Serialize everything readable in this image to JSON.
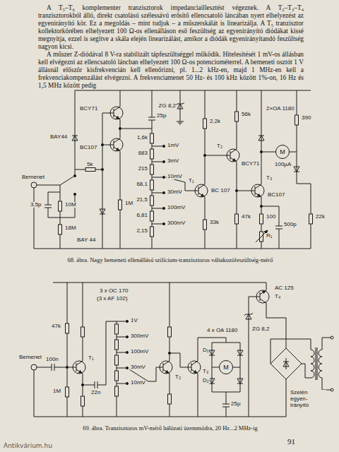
{
  "diagram": {
    "nodes": [
      {
        "text": [
          "M"
        ]
      },
      {
        "text": [
          "M"
        ]
      }
    ],
    "labels": [
      "A T₅–T₆ komplementer tranzisztorok impedanciaillesztést végeznek. A T₂–T₃–T₄ tranzisztorokból álló, direkt csatolású szélessávú erősítő ellencsatoló láncában nyert elhelyezést az egyenirányító kör. Ez a megoldás – mint tudjuk – a műszerskálát is linearizálja. A T₅ tranzisztor kollektorkörében elhelyezett 100 Ω-os ellenálláson eső feszültség az egyenirányító diódákat kissé megnyitja, ezzel is segítve a skála elején linearizálást, amikor a diódák egyenirányítandó feszültség nagyon kicsi.",
      "A műszer Z-diódával 8 V-ra stabilizált tápfeszültséggel működik. Hitelesítését 1 mV-os állásban kell elvégezni az ellencsatoló láncban elhelyezett 100 Ω-os potenciométerrel. A bemeneti osztót 1 V állásnál először kisfrekvencián kell ellenőrizni, pl. 1...2 kHz-en, majd 1 MHz-en kell a frekvenciakompenzálást elvégezni. A frekvenciamenet 50 Hz- és 100 kHz között 1%-on, 16 Hz és 1,5 MHz között pedig",
      "Bemenet",
      "3,5p",
      "10M",
      "18M",
      "BAY44",
      "5k",
      "BCY71",
      "BC107",
      "BAY 44",
      "1M",
      "25p",
      "1,6k",
      "683",
      "215",
      "68,1",
      "21,5",
      "6,81",
      "2,15",
      "1mV",
      "3mV",
      "10mV",
      "30mV",
      "100mV",
      "300mV",
      "ZG 8,2",
      "2,2k",
      "56k",
      "T₁",
      "BC 107",
      "33k",
      "T₂",
      "BCY71",
      "47k",
      "T₃",
      "BC107",
      "100",
      "R₁",
      "500p",
      "22k",
      "2×OA 1180",
      "390",
      "100µA",
      "68. ábra. Nagy bemeneti ellenállású szilícium-tranzisztoros váltakozófeszültség-mérő",
      "Bemenet",
      "100n",
      "47k",
      "1M",
      "T₁",
      "3 x OC 170",
      "(3 x AF 102)",
      "22n",
      "1V",
      "300mV",
      "100mV",
      "30mV",
      "10mV",
      "T₂",
      "T₃",
      "D₁",
      "D₂",
      "4 x OA 1180",
      "25µ",
      "ZG 8,2",
      "AC 125",
      "T₄",
      "Szelén egyen-irányító",
      "69. ábra. Tranzisztoros mV-mérő hálózati üzemmódra, 20 Hz...2 MHz-ig",
      "91",
      "Antikvárium.hu"
    ]
  }
}
